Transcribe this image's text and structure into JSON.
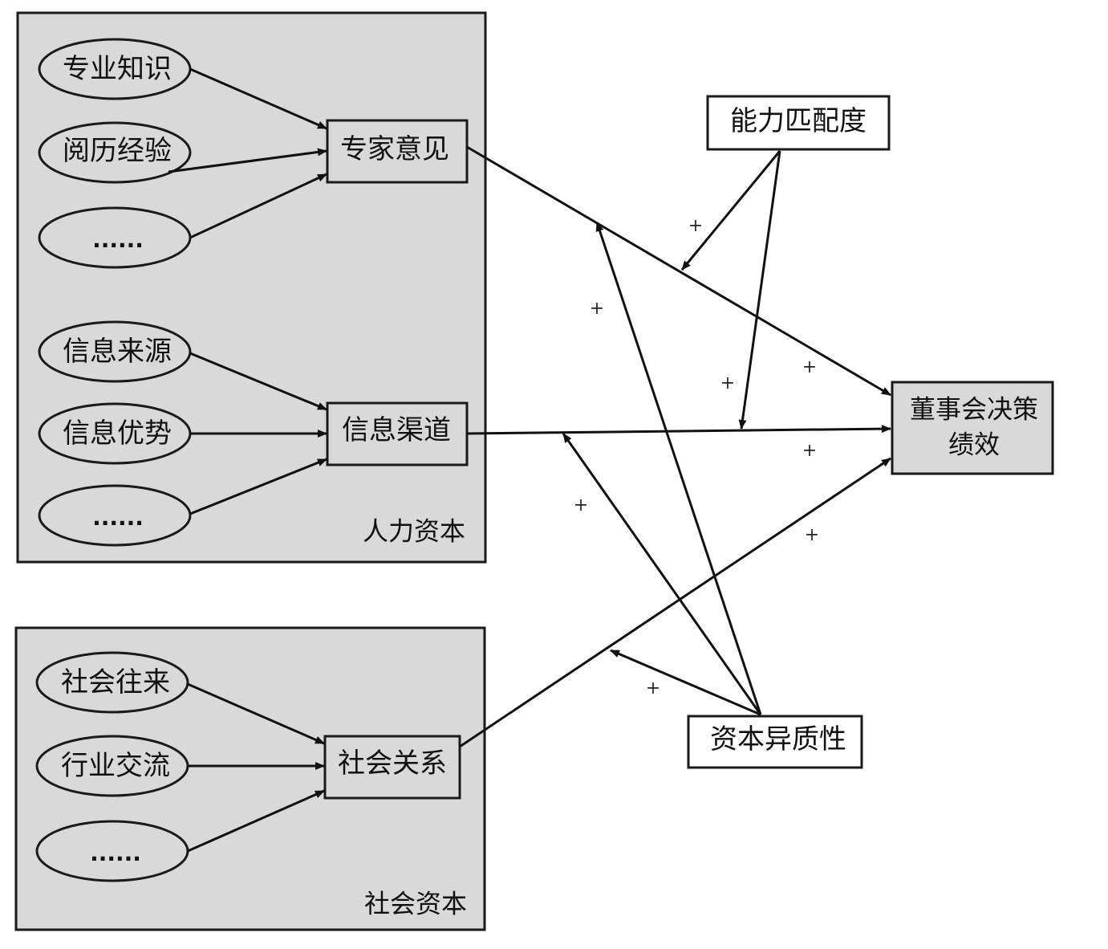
{
  "human_capital": {
    "title": "人力资本",
    "expert_inputs": [
      "专业知识",
      "阅历经验",
      "......"
    ],
    "expert_node": "专家意见",
    "info_inputs": [
      "信息来源",
      "信息优势",
      "......"
    ],
    "info_node": "信息渠道"
  },
  "social_capital": {
    "title": "社会资本",
    "inputs": [
      "社会往来",
      "行业交流",
      "......"
    ],
    "node": "社会关系"
  },
  "moderators": {
    "ability_match": "能力匹配度",
    "capital_heterogeneity": "资本异质性"
  },
  "outcome": {
    "line1": "董事会决策",
    "line2": "绩效"
  },
  "signs": {
    "plus": "+"
  }
}
